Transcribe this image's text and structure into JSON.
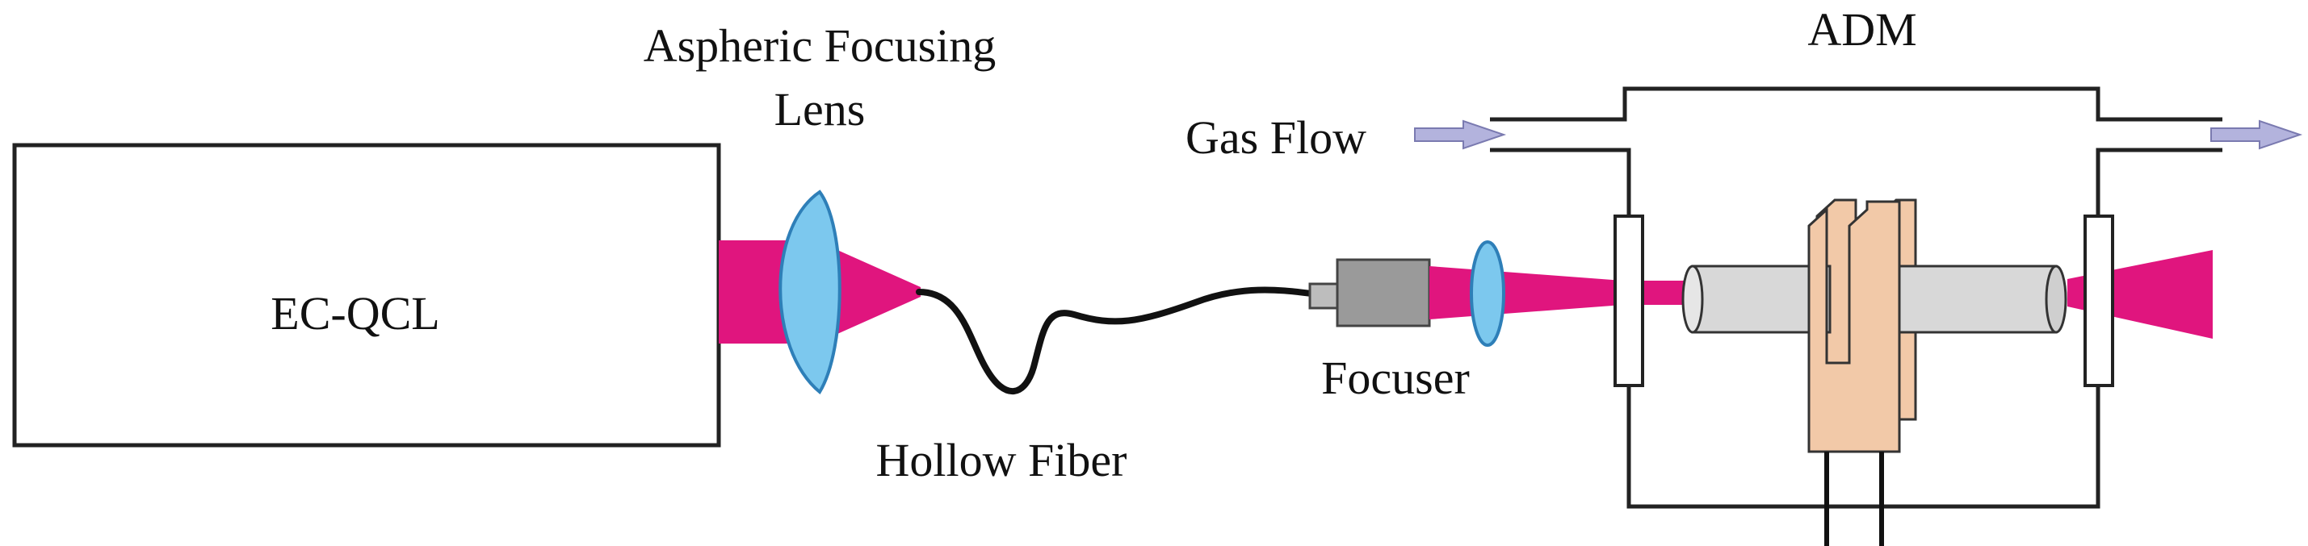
{
  "labels": {
    "ec_qcl": "EC-QCL",
    "aspheric_lens_line1": "Aspheric Focusing",
    "aspheric_lens_line2": "Lens",
    "hollow_fiber": "Hollow Fiber",
    "gas_flow": "Gas Flow",
    "focuser": "Focuser",
    "adm": "ADM"
  },
  "colors": {
    "laser_beam": "#E0157E",
    "lens": "#7CC8EE",
    "lens_stroke": "#2E7FB8",
    "focuser_body": "#9A9A9A",
    "cell_tube": "#D8D8D8",
    "tuning_fork": "#F2C9A8",
    "gas_arrow": "#B3B3DD",
    "outline": "#222222"
  }
}
